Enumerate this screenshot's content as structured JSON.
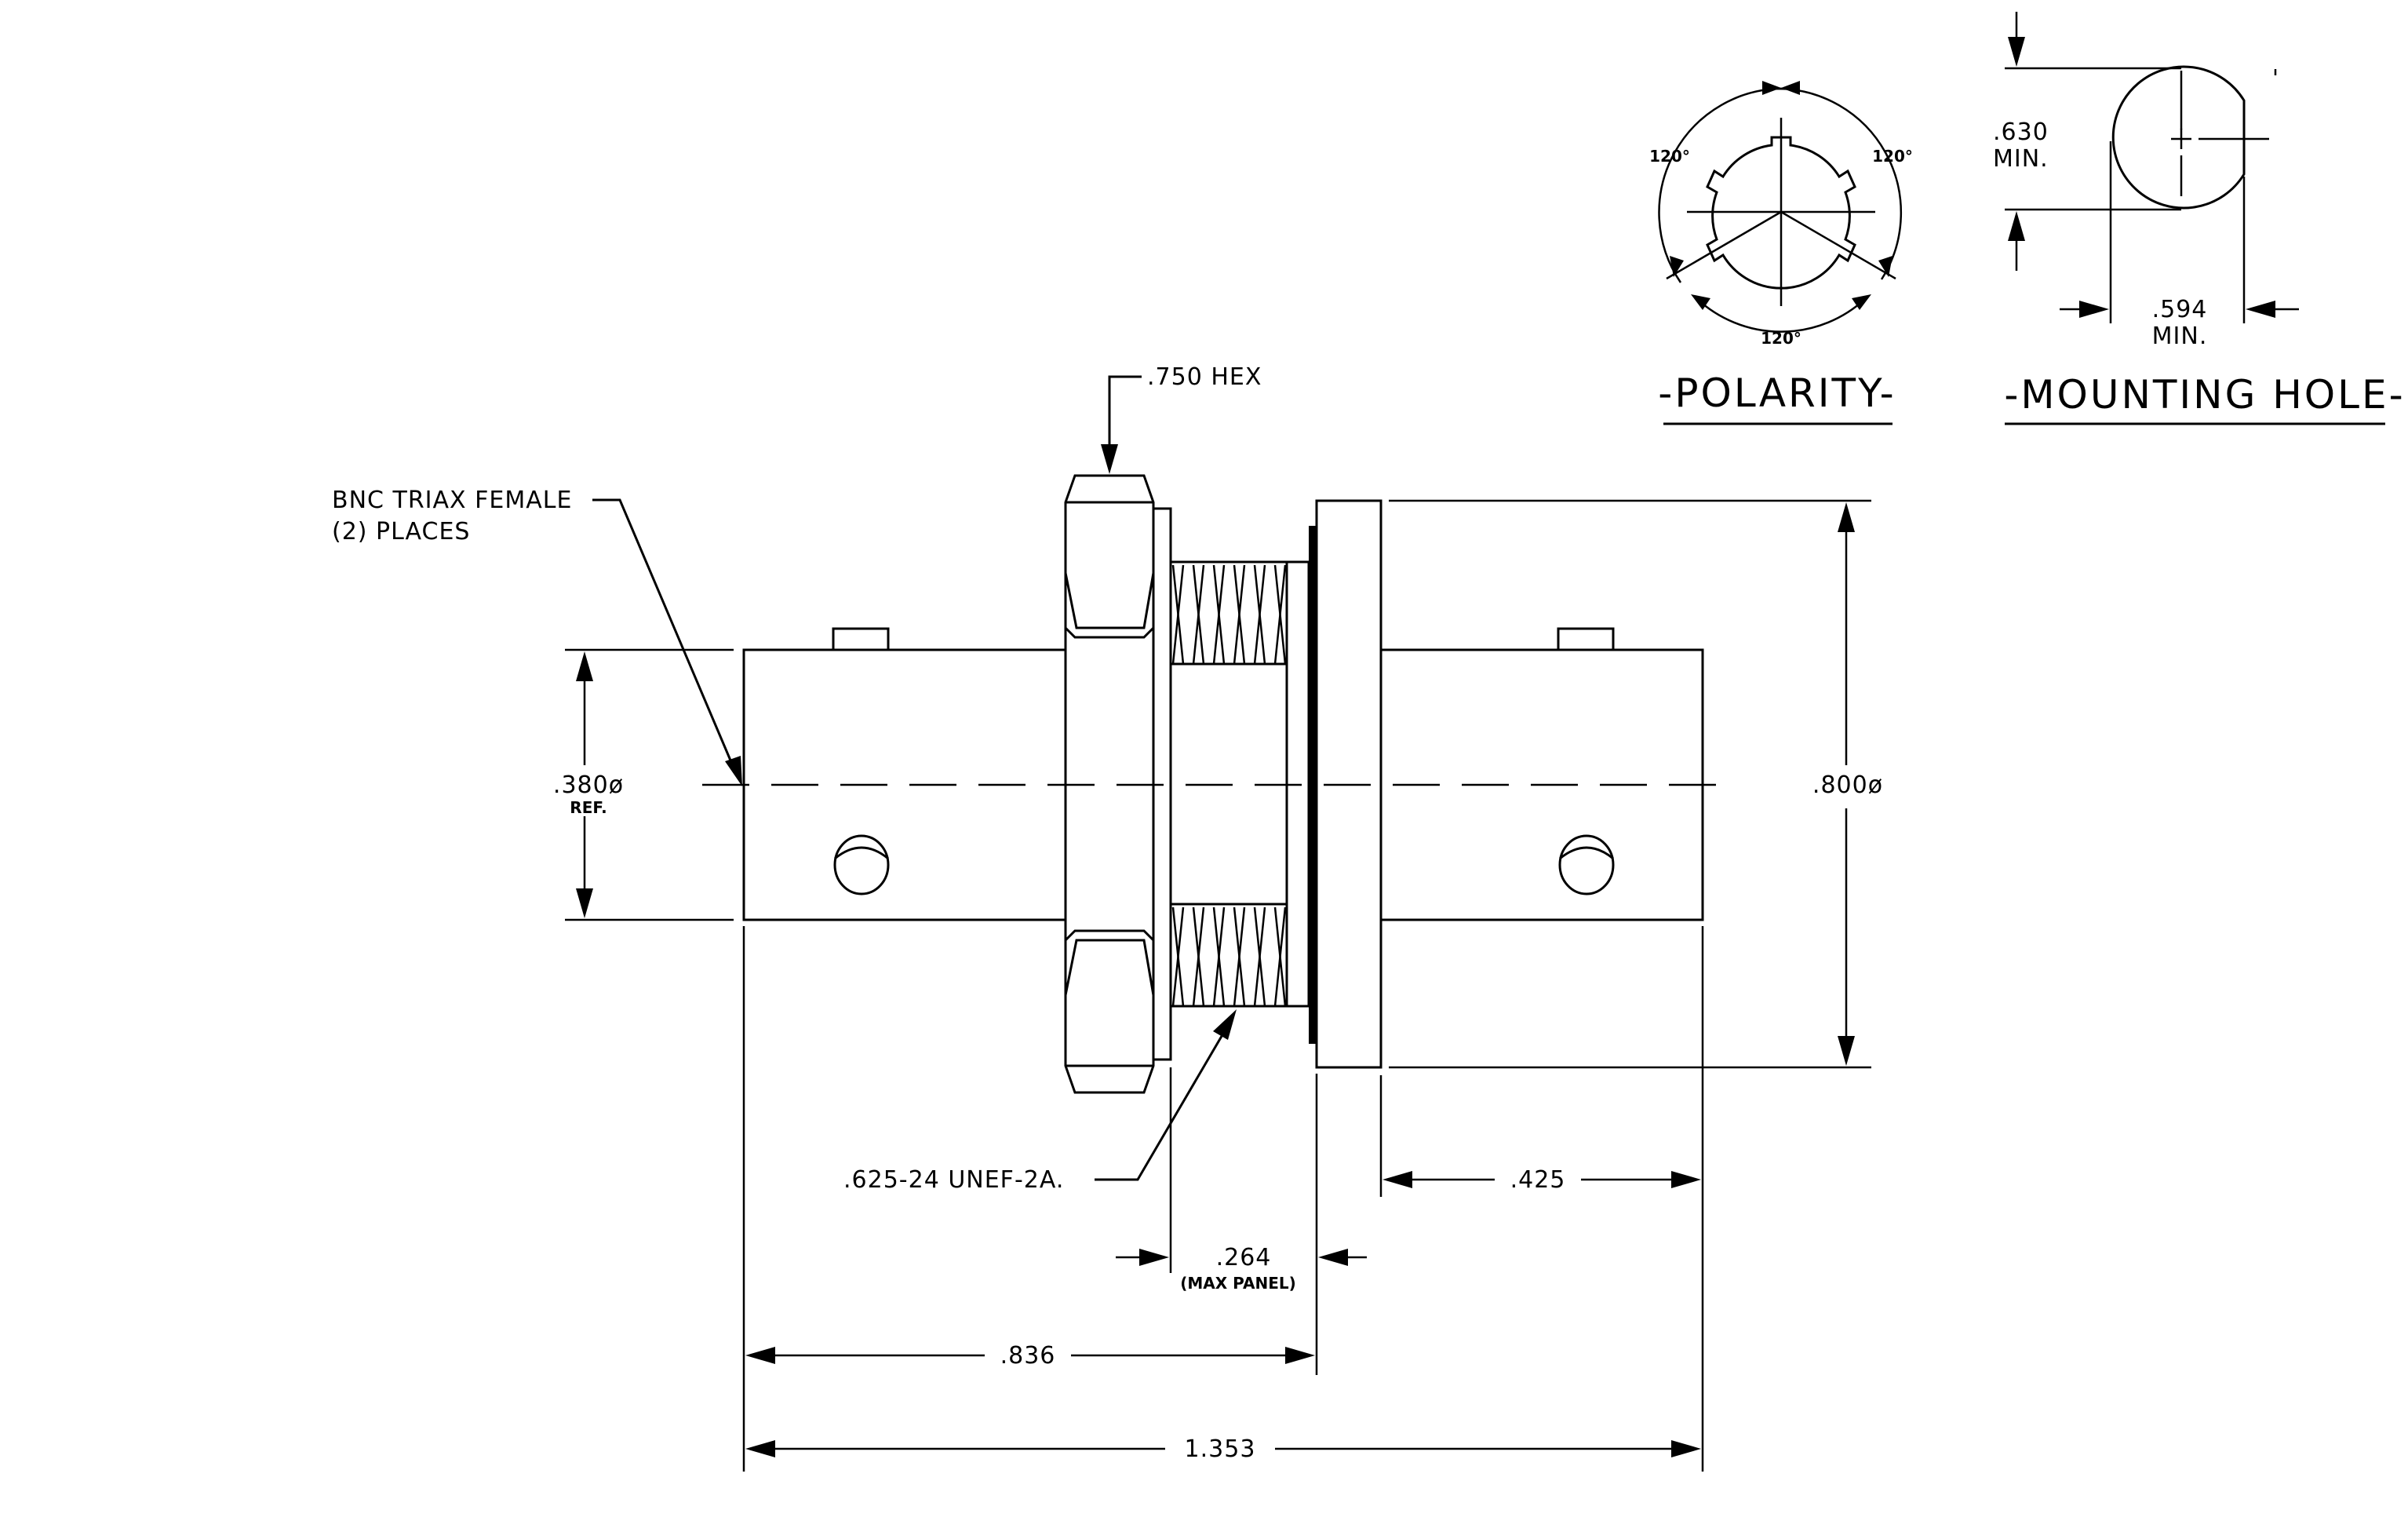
{
  "labels": {
    "hex": ".750 HEX",
    "connector_line1": "BNC TRIAX FEMALE",
    "connector_line2": "(2)  PLACES",
    "dia_380": ".380ø",
    "ref": "REF.",
    "dia_800": ".800ø",
    "thread": ".625-24 UNEF-2A.",
    "dim_425": ".425",
    "dim_264": ".264",
    "max_panel": "(MAX PANEL)",
    "dim_836": ".836",
    "dim_1353": "1.353",
    "angle_left": "120°",
    "angle_right": "120°",
    "angle_bottom": "120°",
    "dim_630": ".630",
    "min_630": "MIN.",
    "dim_594": ".594",
    "min_594": "MIN.",
    "polarity_title": "-POLARITY-",
    "mounting_title": "-MOUNTING HOLE-"
  }
}
